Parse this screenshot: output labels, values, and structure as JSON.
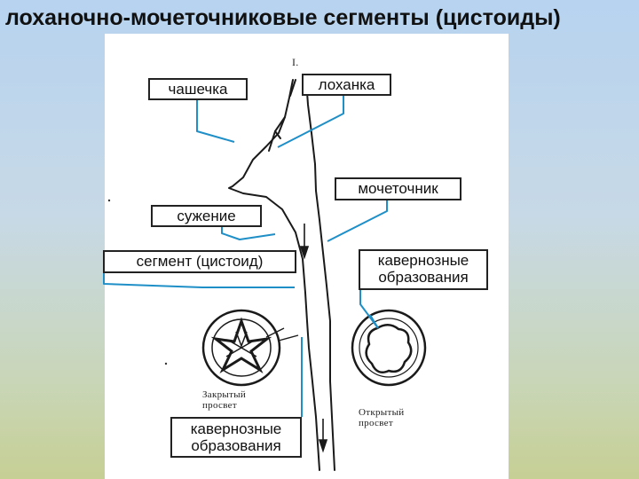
{
  "slide": {
    "title": "лоханочно-мочеточниковые сегменты (цистоиды)"
  },
  "labels": {
    "calyx": "чашечка",
    "pelvis": "лоханка",
    "ureter": "мочеточник",
    "narrowing": "сужение",
    "segment": "сегмент (цистоид)",
    "cavernous_right": "кавернозные образования",
    "cavernous_bottom": "кавернозные образования"
  },
  "figure_text": {
    "number": "I.",
    "closed_lumen": "Закрытый просвет",
    "open_lumen": "Открытый просвет"
  },
  "colors": {
    "connector": "#1f8fc7",
    "frame": "#222222"
  }
}
